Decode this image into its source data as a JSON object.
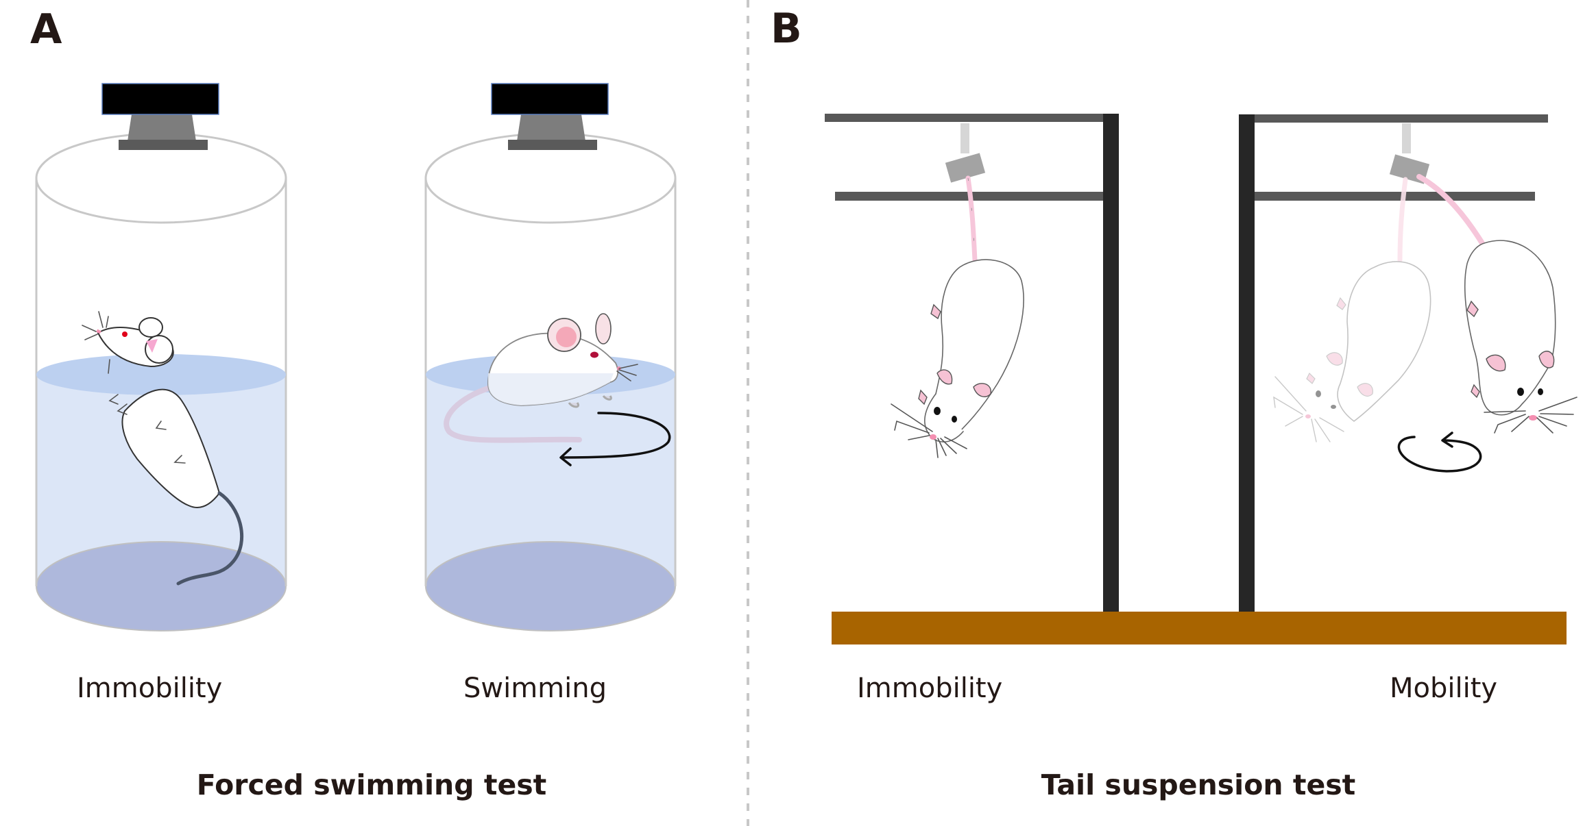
{
  "figure": {
    "panels": [
      {
        "letter": "A",
        "title": "Forced swimming test",
        "conditions": [
          "Immobility",
          "Swimming"
        ]
      },
      {
        "letter": "B",
        "title": "Tail suspension test",
        "conditions": [
          "Immobility",
          "Mobility"
        ]
      }
    ]
  },
  "colors": {
    "text": "#231815",
    "water": "#dce6f7",
    "water_surface": "#bcd0f0",
    "tank_bottom": "#aeb8dc",
    "tank_outline": "#c8c8c8",
    "camera": "#000000",
    "camera_stand": "#7d7d7d",
    "camera_base": "#5a5a5a",
    "bar": "#585858",
    "post": "#262626",
    "clamp": "#a3a3a3",
    "clamp_rod": "#d6d6d6",
    "base_board": "#a86400",
    "tail_tape": "#f6c6da",
    "divider": "#c8c8c8",
    "mouse_eye_red": "#e0001a"
  },
  "icons": {
    "rotation_arrow_a": "curved-arrow-left-icon",
    "rotation_arrow_b": "circular-arrow-icon"
  }
}
